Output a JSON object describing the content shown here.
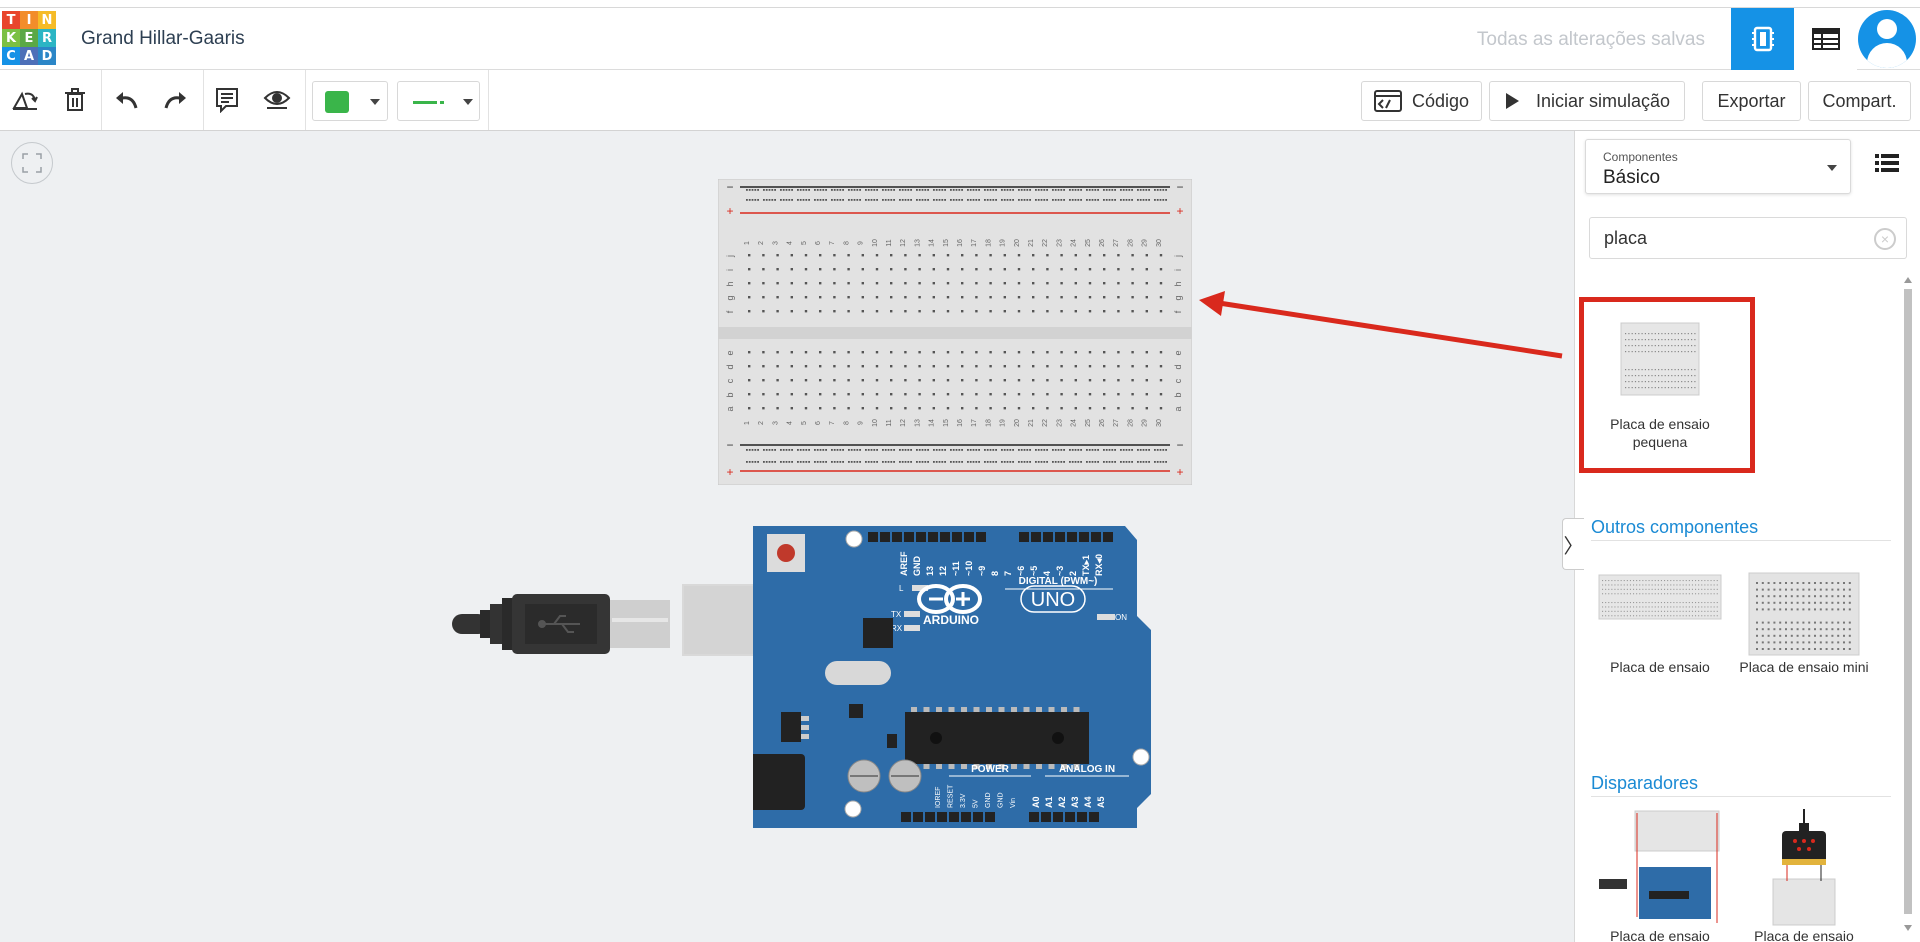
{
  "header": {
    "logo_letters": [
      "T",
      "I",
      "N",
      "K",
      "E",
      "R",
      "C",
      "A",
      "D"
    ],
    "logo_colors": [
      "#e8452c",
      "#f28d2a",
      "#f5bb27",
      "#7bc043",
      "#5aa845",
      "#2bb5c4",
      "#1592e6",
      "#4d6fb8",
      "#2b86c7"
    ],
    "project_title": "Grand Hillar-Gaaris",
    "save_status": "Todas as alterações salvas",
    "circuit_view_icon": "breadboard-icon",
    "list_view_icon": "table-icon",
    "accent": "#1592e6"
  },
  "toolbar": {
    "rotate_icon": "rotate-icon",
    "delete_icon": "trash-icon",
    "undo_icon": "undo-icon",
    "redo_icon": "redo-icon",
    "notes_icon": "notes-icon",
    "visibility_icon": "eye-icon",
    "wire_color": "#3ab54a",
    "code_label": "Código",
    "simulate_label": "Iniciar simulação",
    "export_label": "Exportar",
    "share_label": "Compart."
  },
  "panel": {
    "dropdown_label": "Componentes",
    "dropdown_value": "Básico",
    "search_value": "placa",
    "results": [
      {
        "label": "Placa de ensaio pequena"
      }
    ],
    "other_section": "Outros componentes",
    "other_items": [
      {
        "label": "Placa de ensaio"
      },
      {
        "label": "Placa de ensaio mini"
      }
    ],
    "starters_section": "Disparadores",
    "starter_items": [
      {
        "label": "Placa de ensaio"
      },
      {
        "label": "Placa de ensaio"
      }
    ]
  },
  "canvas": {
    "breadboard_row_letters_top": [
      "j",
      "i",
      "h",
      "g",
      "f"
    ],
    "breadboard_row_letters_bottom": [
      "e",
      "d",
      "c",
      "b",
      "a"
    ],
    "arduino": {
      "brand": "ARDUINO",
      "model": "UNO",
      "digital_label": "DIGITAL (PWM~)",
      "power_label": "POWER",
      "analog_label": "ANALOG IN",
      "on_label": "ON",
      "l_label": "L",
      "tx_label": "TX",
      "rx_label": "RX",
      "digital_pins": [
        "AREF",
        "GND",
        "13",
        "12",
        "~11",
        "~10",
        "~9",
        "8",
        "7",
        "~6",
        "~5",
        "4",
        "~3",
        "2",
        "TX▸1",
        "RX◂0"
      ],
      "power_pins": [
        "IOREF",
        "RESET",
        "3.3V",
        "5V",
        "GND",
        "GND",
        "Vin"
      ],
      "analog_pins": [
        "A0",
        "A1",
        "A2",
        "A3",
        "A4",
        "A5"
      ]
    }
  }
}
